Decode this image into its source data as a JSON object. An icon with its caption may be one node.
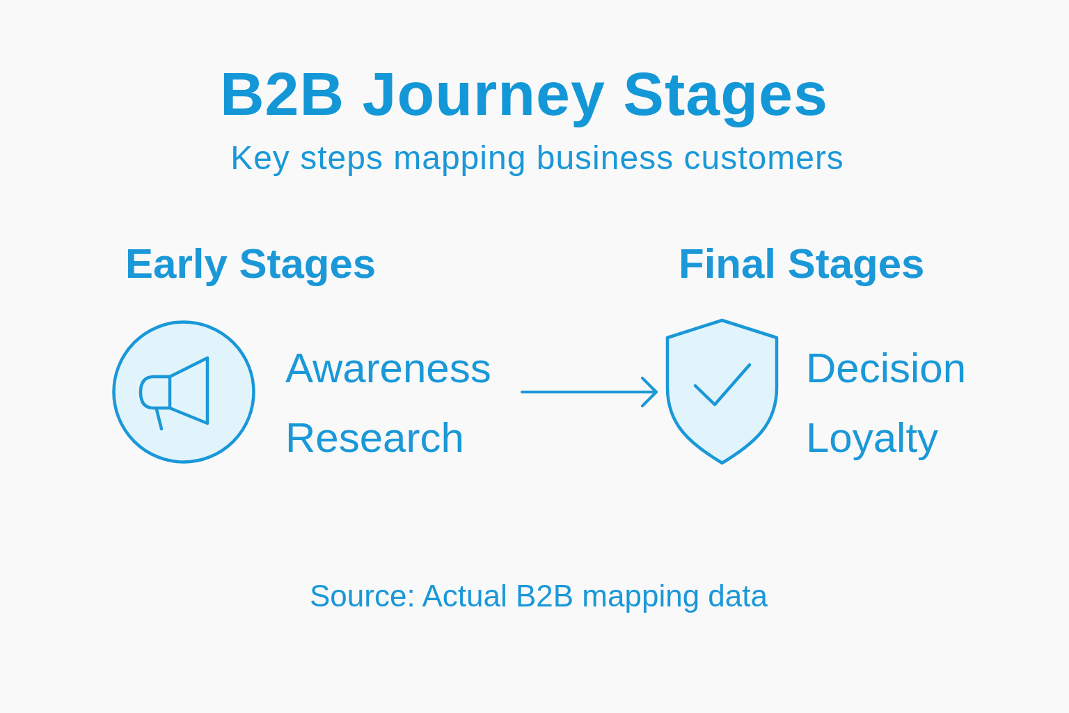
{
  "diagram": {
    "title": "B2B Journey Stages",
    "caption": "Source: Actual B2B mapping data",
    "nodes": [
      {
        "text": [],
        "shape": "circle"
      },
      {
        "text": [
          "Awareness",
          "Research"
        ]
      },
      {
        "text": [],
        "shape": "shield"
      },
      {
        "text": [
          "Decision",
          "Loyalty"
        ]
      }
    ],
    "edges": [
      {
        "from": 1,
        "to": 2,
        "arrow": "to"
      }
    ],
    "labels": [
      "Key steps mapping business customers",
      "Early Stages",
      "Final Stages"
    ]
  }
}
